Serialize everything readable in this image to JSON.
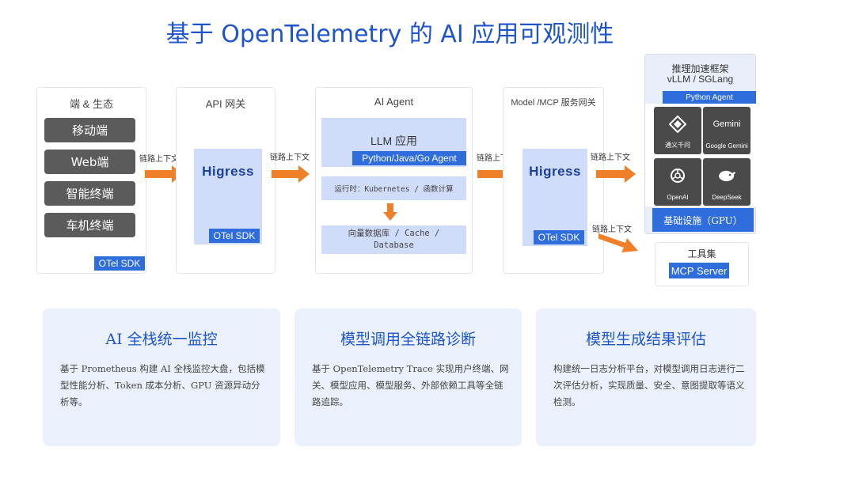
{
  "title": "基于 OpenTelemetry 的 AI 应用可观测性",
  "client_panel": {
    "label": "端 & 生态",
    "clients": [
      "移动端",
      "Web端",
      "智能终端",
      "车机终端"
    ],
    "sdk": "OTel SDK"
  },
  "gateway_panel": {
    "label": "API 网关",
    "product": "Higress",
    "sdk": "OTel SDK"
  },
  "agent_panel": {
    "label": "AI Agent",
    "llm_app": "LLM 应用",
    "agent_lang": "Python/Java/Go Agent",
    "runtime": "运行时：Kubernetes / 函数计算",
    "storage": "向量数据库 / Cache / Database"
  },
  "mcp_panel": {
    "label": "Model /MCP 服务网关",
    "product": "Higress",
    "sdk": "OTel SDK"
  },
  "inference_panel": {
    "label_line1": "推理加速框架",
    "label_line2": "vLLM / SGLang",
    "agent": "Python Agent",
    "models": [
      {
        "name": "通义千问",
        "icon": "tongyi-icon"
      },
      {
        "name": "Google Gemini",
        "icon": "gemini-icon"
      },
      {
        "name": "OpenAI",
        "icon": "openai-icon"
      },
      {
        "name": "DeepSeek",
        "icon": "deepseek-icon"
      }
    ],
    "infra": "基础设施（GPU）"
  },
  "tools_panel": {
    "label": "工具集",
    "server": "MCP Server"
  },
  "arrow_labels": {
    "a1": "链路上下文",
    "a2": "链路上下文",
    "a3": "链路上下文",
    "a4": "链路上下文",
    "a5": "链路上下文"
  },
  "cards": [
    {
      "title": "AI 全栈统一监控",
      "body": "基于 Prometheus 构建 AI 全栈监控大盘，包括模型性能分析、Token 成本分析、GPU 资源异动分析等。"
    },
    {
      "title": "模型调用全链路诊断",
      "body": "基于 OpenTelemetry Trace 实现用户终端、网关、模型应用、模型服务、外部依赖工具等全链路追踪。"
    },
    {
      "title": "模型生成结果评估",
      "body": "构建统一日志分析平台，对模型调用日志进行二次评估分析，实现质量、安全、意图提取等语义检测。"
    }
  ],
  "colors": {
    "title_blue": "#1f55c8",
    "tag_blue": "#2f6ddd",
    "arrow_orange": "#f07f2a",
    "light_blue": "#cfdcfa",
    "card_bg": "#eaf1fc"
  }
}
